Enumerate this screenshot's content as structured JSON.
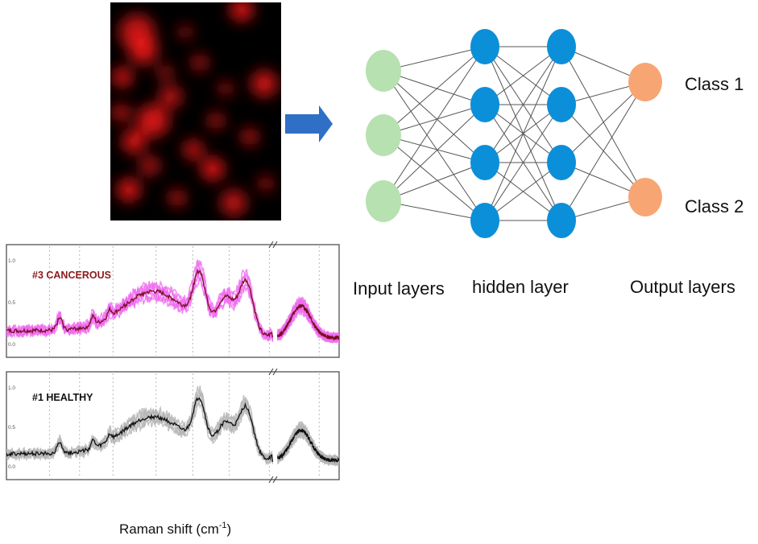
{
  "network": {
    "input_label": "Input layers",
    "hidden_label": "hidden layer",
    "output_label": "Output layers",
    "class_1": "Class 1",
    "class_2": "Class 2",
    "input_nodes": 3,
    "hidden_layer_1_nodes": 4,
    "hidden_layer_2_nodes": 4,
    "output_nodes": 2,
    "colors": {
      "input": "#b7e1b0",
      "hidden": "#0b8fd9",
      "output": "#f7a673",
      "edge": "#555555",
      "arrow": "#2f6fc6"
    }
  },
  "heatmap": {
    "colors": {
      "low": "#000000",
      "high": "#ff1a1a"
    }
  },
  "spectra": {
    "top": {
      "label": "#3 CANCEROUS",
      "label_color": "#8b1a1a",
      "band_color": "#f06cf0",
      "line_color": "#7a0f24"
    },
    "bottom": {
      "label": "#1 HEALTHY",
      "label_color": "#111111",
      "band_color": "#b5b5b5",
      "line_color": "#111111"
    },
    "y_ticks": [
      "1.0",
      "0.5",
      "0.0"
    ],
    "x_axis_label": "Raman shift (cm",
    "x_axis_superscript": "-1",
    "x_axis_suffix": ")"
  }
}
